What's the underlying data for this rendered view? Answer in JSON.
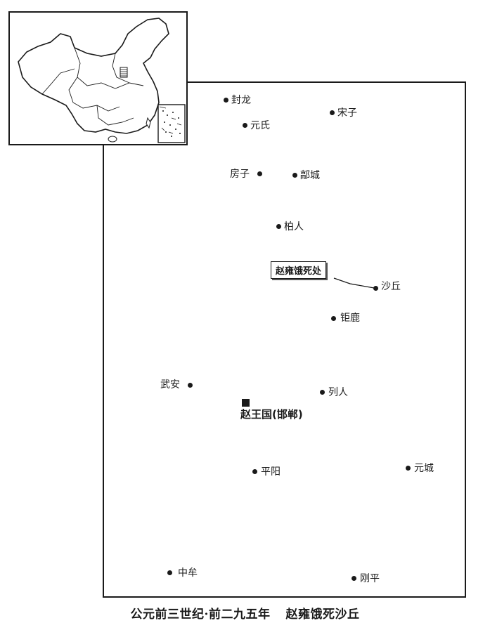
{
  "places": {
    "fenglong": "封龙",
    "songzi": "宋子",
    "yuanshi": "元氏",
    "fangzi": "房子",
    "haocheng": "鄗城",
    "bairen": "柏人",
    "shaqiu": "沙丘",
    "julu": "钜鹿",
    "wuan": "武安",
    "lieren": "列人",
    "pingyang": "平阳",
    "yuancheng": "元城",
    "zhongmou": "中牟",
    "gangping": "刚平"
  },
  "capital": {
    "label": "赵王国(邯郸)"
  },
  "callout": {
    "label": "赵雍饿死处"
  },
  "caption": {
    "period": "公元前三世纪·前二九五年",
    "event": "赵雍饿死沙丘"
  },
  "colors": {
    "ink": "#1a1a1a",
    "paper": "#ffffff"
  }
}
